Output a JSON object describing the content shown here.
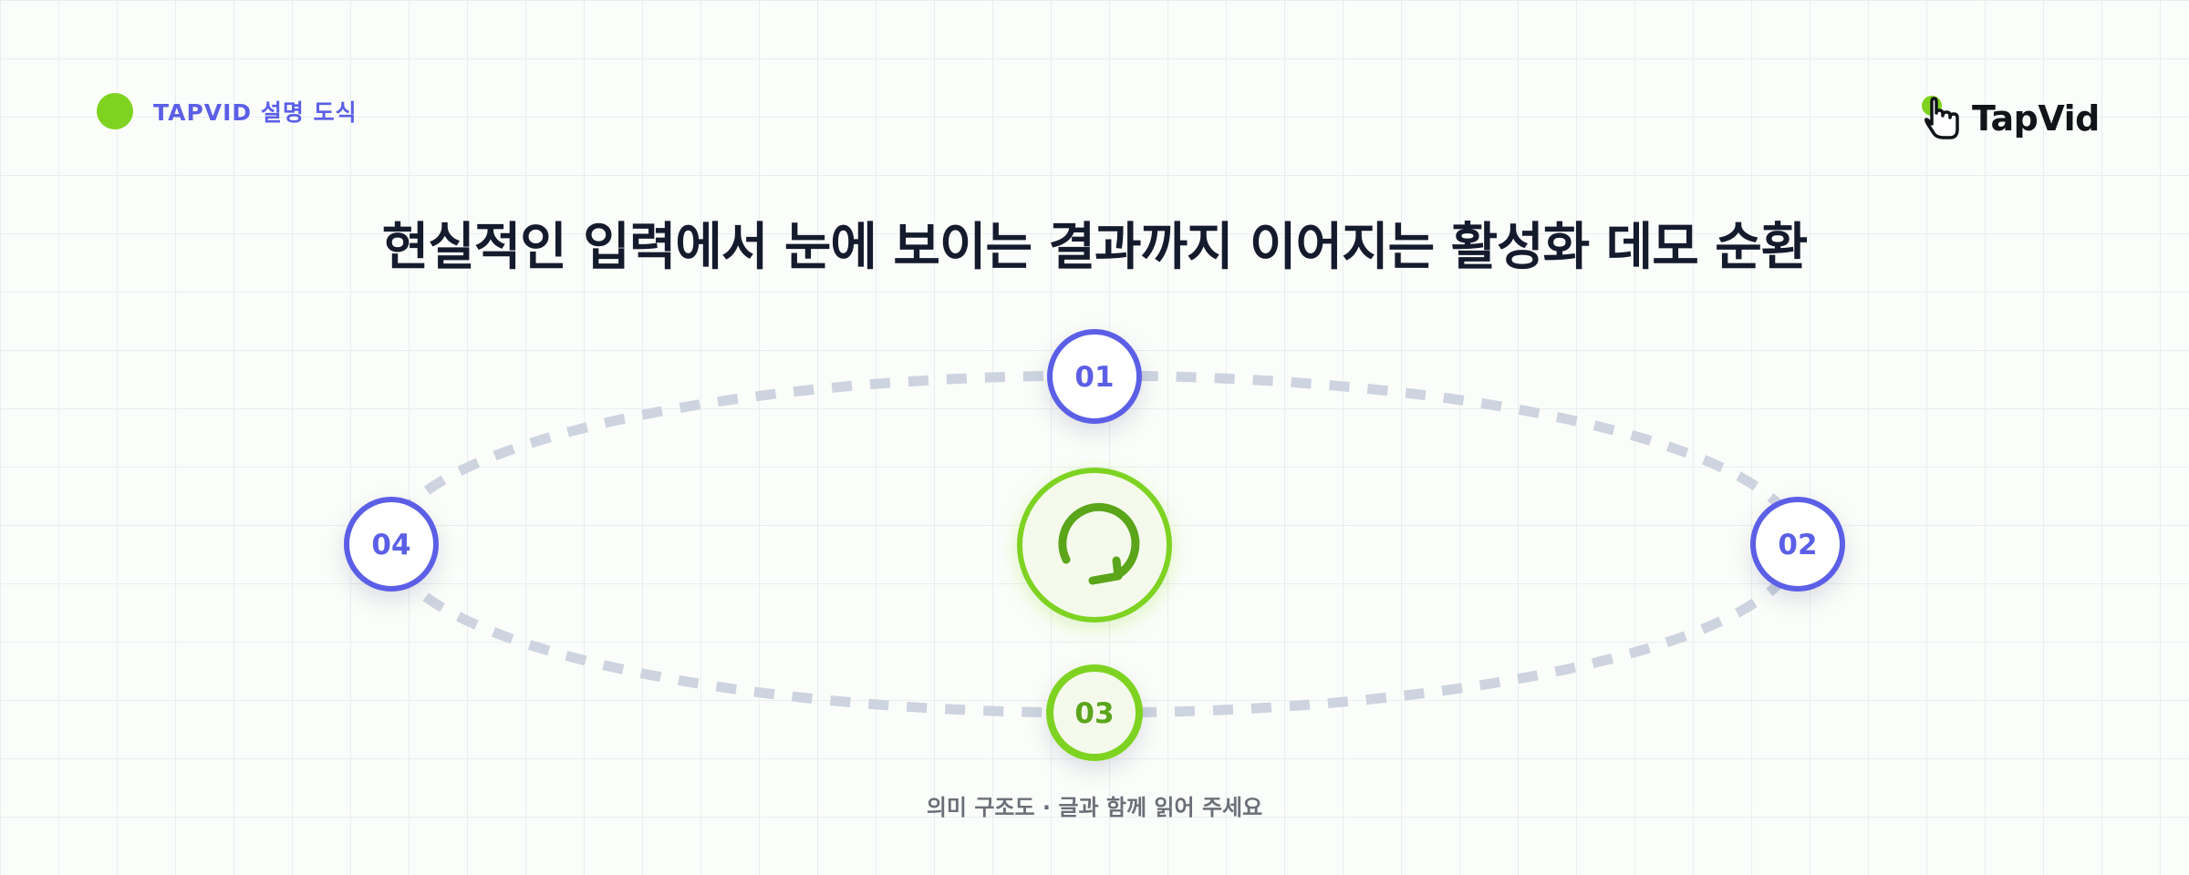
{
  "header": {
    "label": "TAPVID 설명 도식",
    "brand_logo_text": "TapVid"
  },
  "title": "현실적인 입력에서 눈에 보이는 결과까지 이어지는 활성화 데모 순환",
  "cycle": {
    "center_icon": "refresh-cycle-icon",
    "nodes": [
      {
        "label": "01",
        "style": "primary"
      },
      {
        "label": "02",
        "style": "primary"
      },
      {
        "label": "03",
        "style": "highlighted"
      },
      {
        "label": "04",
        "style": "primary"
      }
    ]
  },
  "caption": "의미 구조도 · 글과 함께 읽어 주세요",
  "colors": {
    "accent_green": "#7ed321",
    "dark_green": "#5aa51a",
    "node_blue": "#5b5fe6",
    "path_gray": "#cdd3df",
    "title_navy": "#141b2d"
  }
}
